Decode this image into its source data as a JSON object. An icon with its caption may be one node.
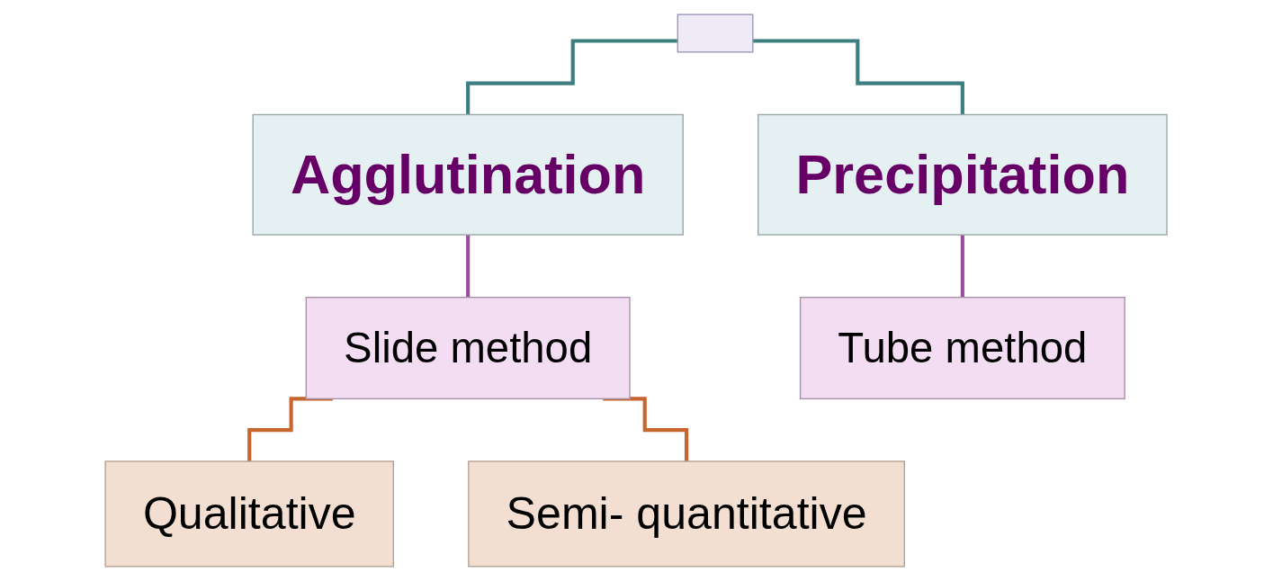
{
  "diagram": {
    "nodes": [
      {
        "text": [],
        "shape": "box"
      },
      {
        "text": [
          "Agglutination"
        ]
      },
      {
        "text": [
          "Precipitation"
        ]
      },
      {
        "text": [
          "Slide method"
        ]
      },
      {
        "text": [
          "Tube method"
        ]
      },
      {
        "text": [
          "Qualitative"
        ]
      },
      {
        "text": [
          "Semi- quantitative"
        ]
      }
    ],
    "edges": [
      {
        "from": 0,
        "to": 1,
        "arrow": "none",
        "color": "#3d7f80"
      },
      {
        "from": 0,
        "to": 2,
        "arrow": "none",
        "color": "#3d7f80"
      },
      {
        "from": 1,
        "to": 3,
        "arrow": "none",
        "color": "#9a4f9c"
      },
      {
        "from": 2,
        "to": 4,
        "arrow": "none",
        "color": "#9a4f9c"
      },
      {
        "from": 3,
        "to": 5,
        "arrow": "none",
        "color": "#c8662e"
      },
      {
        "from": 3,
        "to": 6,
        "arrow": "none",
        "color": "#c8662e"
      }
    ]
  }
}
